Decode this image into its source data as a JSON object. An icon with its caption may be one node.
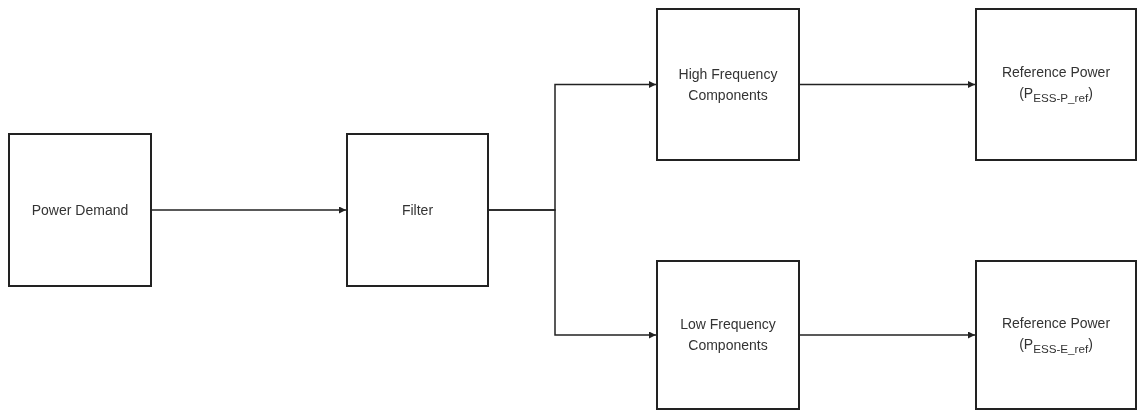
{
  "diagram": {
    "nodes": [
      {
        "text": [
          "Power Demand"
        ]
      },
      {
        "text": [
          "Filter"
        ]
      },
      {
        "text": [
          "High Frequency Components"
        ]
      },
      {
        "text": [
          "Low Frequency Components"
        ]
      },
      {
        "text": [
          "Reference Power (P$_{ESS-P_ref}$)"
        ]
      },
      {
        "text": [
          "Reference Power (P$_{ESS-E_ref}$)"
        ]
      }
    ],
    "edges": [
      {
        "from": 0,
        "to": 1,
        "arrow": "to"
      },
      {
        "from": 1,
        "to": 2,
        "arrow": "to"
      },
      {
        "from": 1,
        "to": 3,
        "arrow": "to"
      },
      {
        "from": 2,
        "to": 4,
        "arrow": "to"
      },
      {
        "from": 3,
        "to": 5,
        "arrow": "to"
      }
    ]
  }
}
